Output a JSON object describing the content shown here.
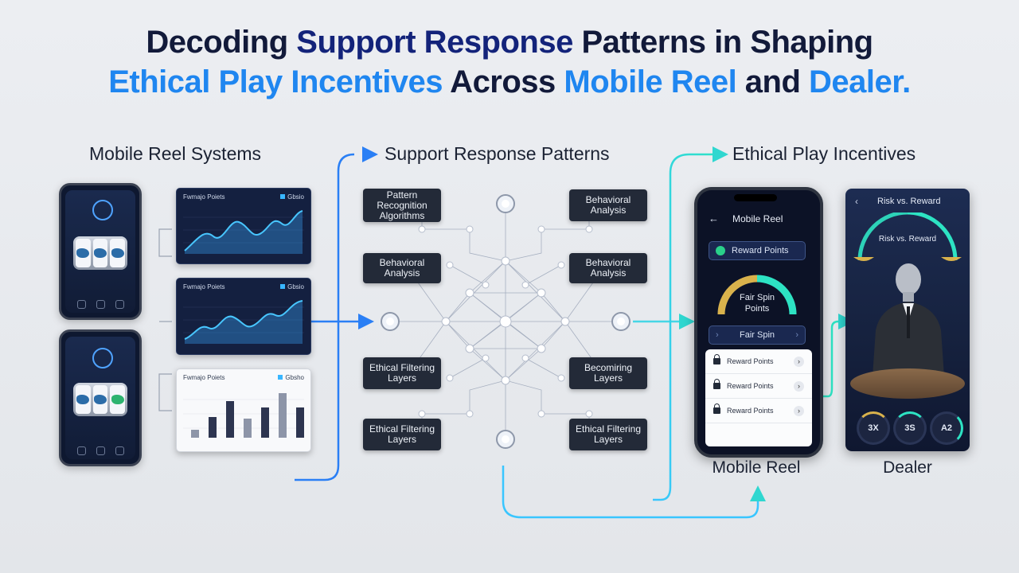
{
  "title": {
    "line1_a": "Decoding ",
    "line1_b": "Support Response",
    "line1_c": " Patterns in Shaping",
    "line2_a": "Ethical Play Incentives",
    "line2_b": " Across ",
    "line2_c": "Mobile Reel",
    "line2_d": " and ",
    "line2_e": "Dealer."
  },
  "sections": {
    "mobile_reel_systems": "Mobile Reel Systems",
    "support_response_patterns": "Support Response Patterns",
    "ethical_play_incentives": "Ethical Play Incentives"
  },
  "charts": [
    {
      "header": "Fwmajo Poiets",
      "legend": "Gbsio"
    },
    {
      "header": "Fwmajo Poiets",
      "legend": "Gbsio"
    },
    {
      "header": "Fwmajo Poiets",
      "legend": "Gbsho"
    }
  ],
  "nodes": {
    "left": [
      "Pattern Recognition Algorithms",
      "Behavioral Analysis",
      "Ethical Filtering Layers",
      "Ethical Filtering Layers"
    ],
    "right": [
      "Behavioral Analysis",
      "Behavioral Analysis",
      "Becomiring Layers",
      "Ethical Filtering Layers"
    ]
  },
  "mobile_reel_phone": {
    "header": "Mobile Reel",
    "reward_points": "Reward Points",
    "gauge_label": "Fair Spin Points",
    "fair_spin": "Fair Spin",
    "rows": [
      "Reward Points",
      "Reward Points",
      "Reward Points"
    ],
    "caption": "Mobile Reel"
  },
  "dealer_card": {
    "header": "Risk vs. Reward",
    "scale_label": "Risk vs. Reward",
    "dials": [
      "3X",
      "3S",
      "A2"
    ],
    "caption": "Dealer"
  },
  "colors": {
    "accent_blue": "#1f86f0",
    "accent_navy": "#13237a",
    "accent_teal": "#2de3c3",
    "accent_gold": "#d9b24c"
  }
}
